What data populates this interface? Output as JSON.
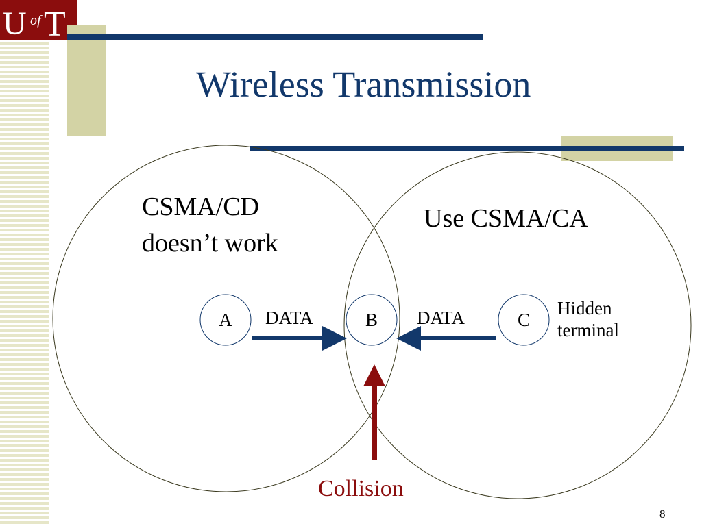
{
  "slide": {
    "title": "Wireless Transmission",
    "page_number": "8"
  },
  "logo": {
    "text_u": "U",
    "text_of": "of",
    "text_t": "T",
    "color": "#8b0d0d"
  },
  "colors": {
    "accent_blue": "#12386b",
    "tan": "#d3d3a5",
    "collision_red": "#8b0d0d"
  },
  "diagram": {
    "left_circle_label_line1": "CSMA/CD",
    "left_circle_label_line2": "doesn’t work",
    "right_circle_label": "Use CSMA/CA",
    "nodes": [
      {
        "id": "A",
        "label": "A"
      },
      {
        "id": "B",
        "label": "B"
      },
      {
        "id": "C",
        "label": "C"
      }
    ],
    "arrow_left_label": "DATA",
    "arrow_right_label": "DATA",
    "hidden_terminal_line1": "Hidden",
    "hidden_terminal_line2": "terminal",
    "collision_label": "Collision"
  }
}
